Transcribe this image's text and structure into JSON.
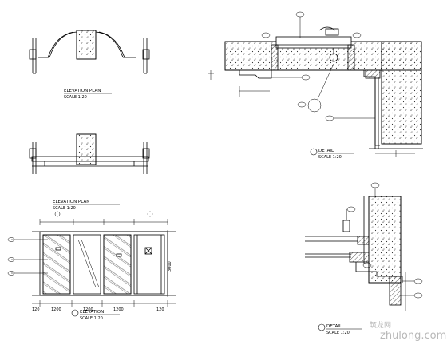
{
  "titles": {
    "plan_top": "ELEVATION PLAN",
    "plan_mid": "ELEVATION PLAN",
    "elevation": "ELEVATION",
    "detail_1": "DETAIL",
    "detail_2": "DETAIL",
    "scale": "SCALE 1:20"
  },
  "dimensions": {
    "left": "3000",
    "cells": [
      "120",
      "1200",
      "1200",
      "1200",
      "120"
    ]
  },
  "watermark": {
    "logo": "zhulong.com",
    "cn": "筑龙网"
  },
  "colors": {
    "line": "#000000",
    "hatch": "#555555",
    "watermark": "#b8b8b8"
  }
}
